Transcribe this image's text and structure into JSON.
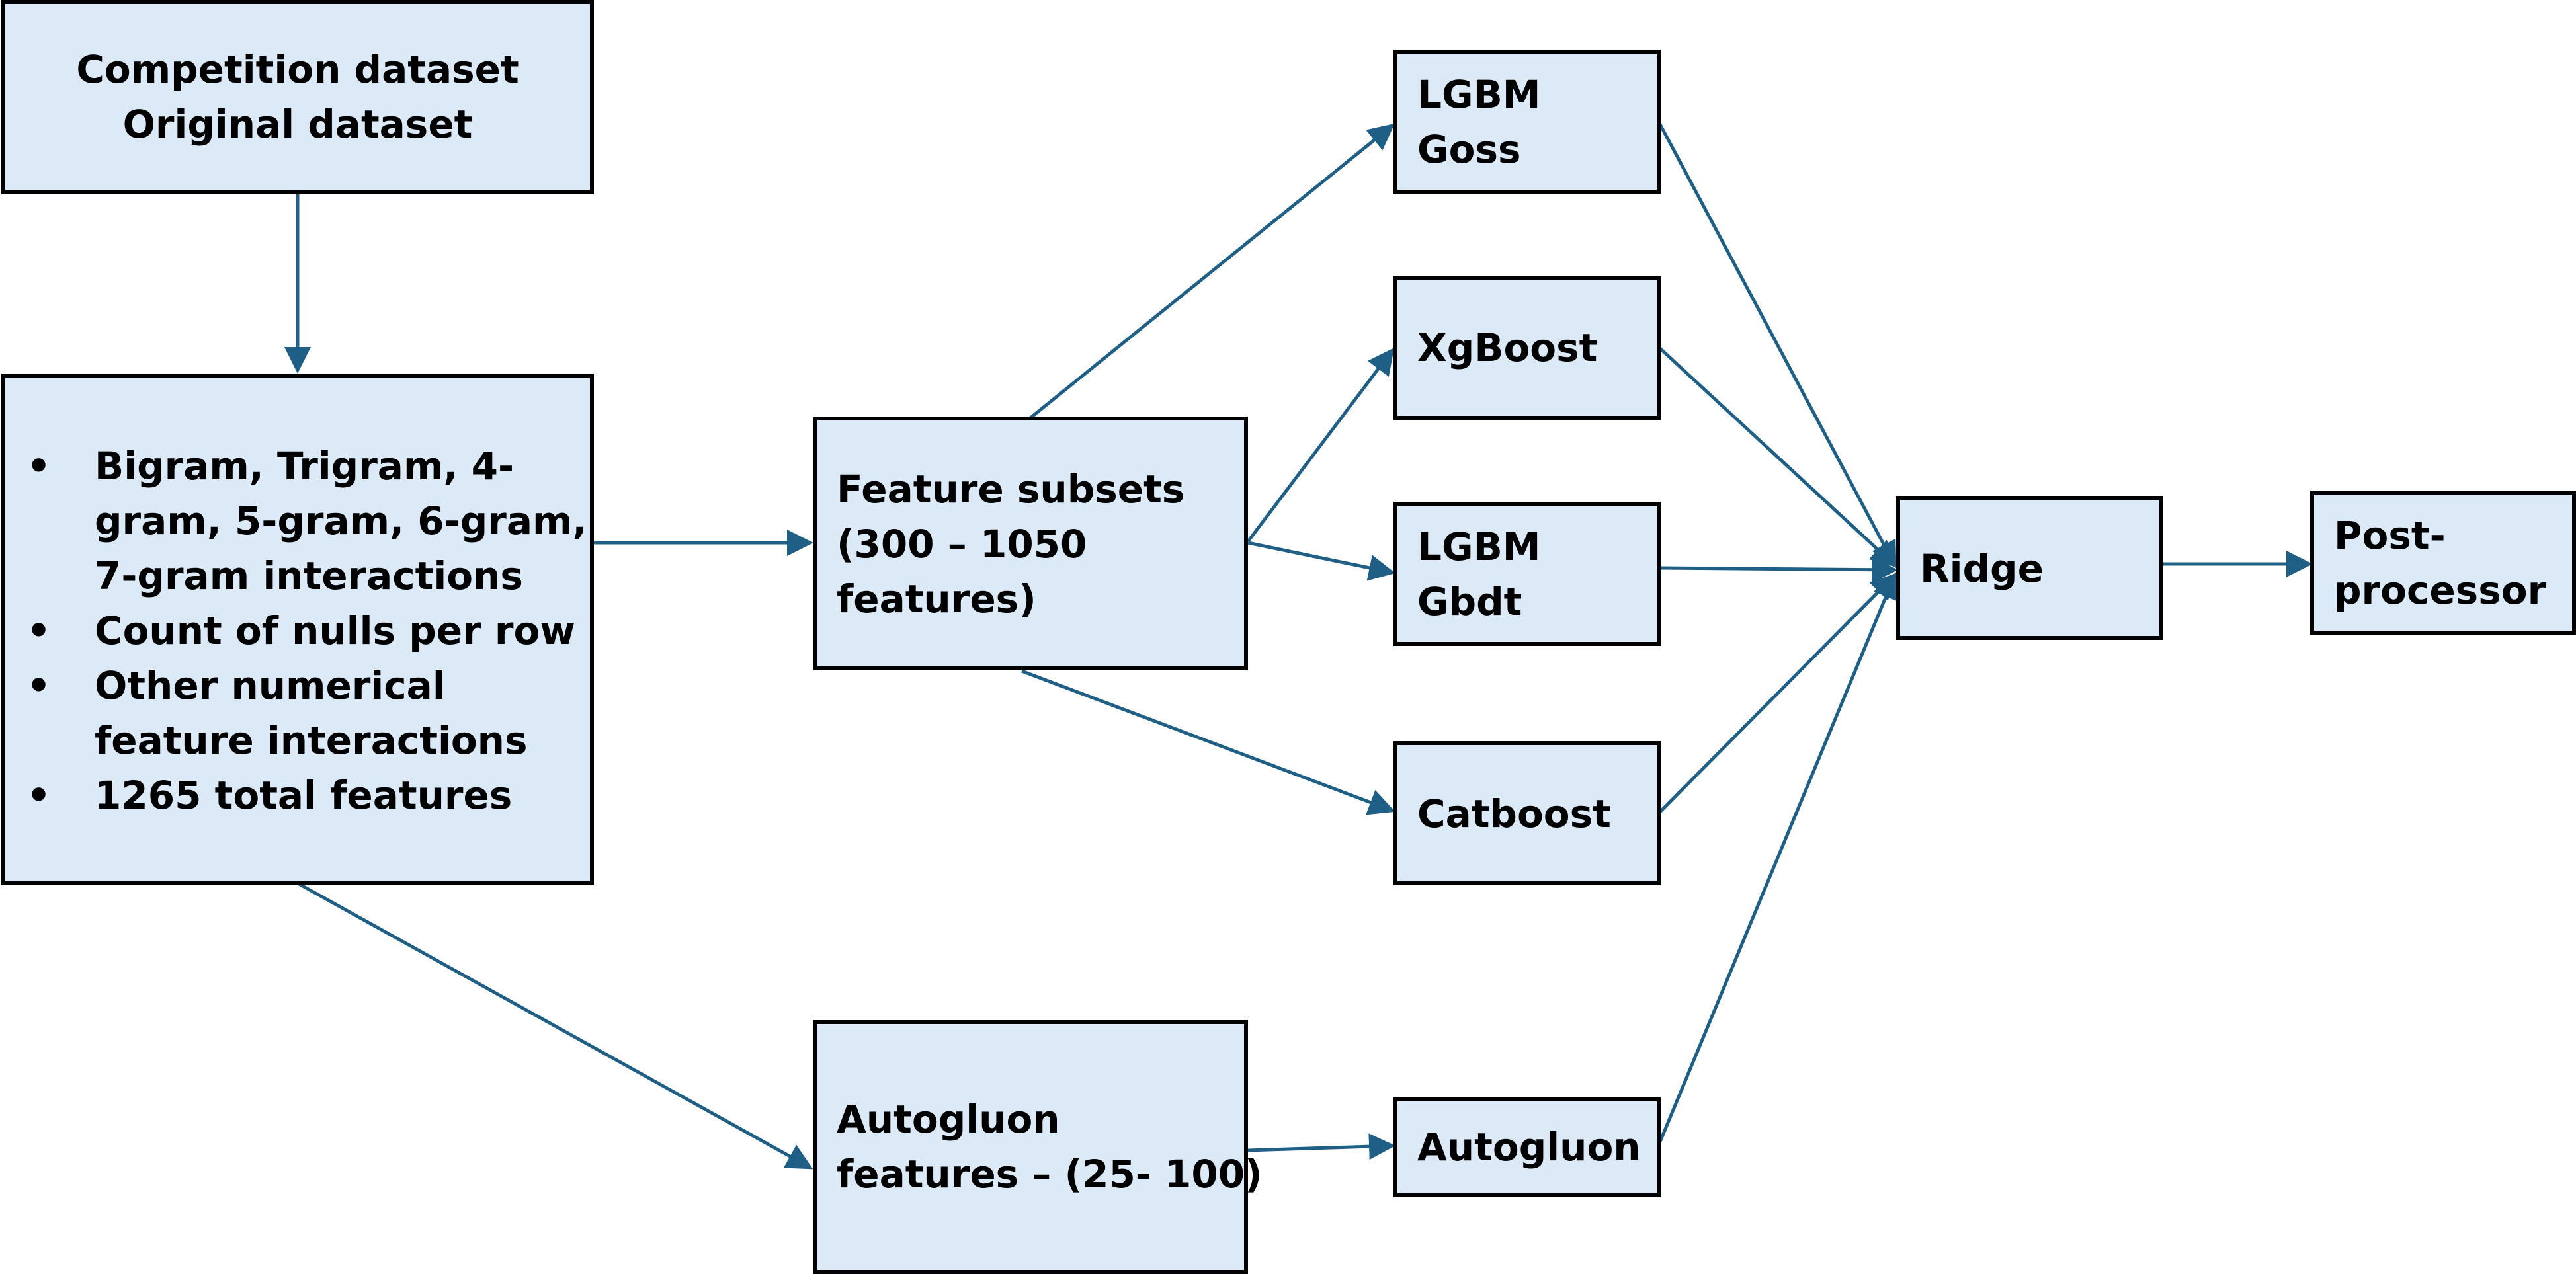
{
  "colors": {
    "box_fill": "#dce9f6",
    "box_border": "#000000",
    "arrow": "#1f5f86",
    "text": "#000000"
  },
  "nodes": {
    "datasets": {
      "lines": [
        "Competition dataset",
        "Original dataset"
      ]
    },
    "features": {
      "bullets": [
        [
          "Bigram, Trigram, 4-",
          "gram, 5-gram, 6-gram,",
          "7-gram interactions"
        ],
        [
          "Count of nulls per row"
        ],
        [
          "Other numerical",
          "feature interactions"
        ],
        [
          "1265 total features"
        ]
      ]
    },
    "feature_subsets": {
      "lines": [
        "Feature subsets",
        "(300 – 1050",
        "features)"
      ]
    },
    "autogluon_features": {
      "lines": [
        "Autogluon",
        "features – (25- 100)"
      ]
    },
    "lgbm_goss": {
      "lines": [
        "LGBM",
        "Goss"
      ]
    },
    "xgboost": {
      "lines": [
        "XgBoost"
      ]
    },
    "lgbm_gbdt": {
      "lines": [
        "LGBM",
        "Gbdt"
      ]
    },
    "catboost": {
      "lines": [
        "Catboost"
      ]
    },
    "autogluon": {
      "lines": [
        "Autogluon"
      ]
    },
    "ridge": {
      "lines": [
        "Ridge"
      ]
    },
    "postprocessor": {
      "lines": [
        "Post-",
        "processor"
      ]
    }
  },
  "edges": [
    {
      "from": "datasets",
      "to": "features"
    },
    {
      "from": "features",
      "to": "feature_subsets"
    },
    {
      "from": "features",
      "to": "autogluon_features"
    },
    {
      "from": "feature_subsets",
      "to": "lgbm_goss"
    },
    {
      "from": "feature_subsets",
      "to": "xgboost"
    },
    {
      "from": "feature_subsets",
      "to": "lgbm_gbdt"
    },
    {
      "from": "feature_subsets",
      "to": "catboost"
    },
    {
      "from": "autogluon_features",
      "to": "autogluon"
    },
    {
      "from": "lgbm_goss",
      "to": "ridge"
    },
    {
      "from": "xgboost",
      "to": "ridge"
    },
    {
      "from": "lgbm_gbdt",
      "to": "ridge"
    },
    {
      "from": "catboost",
      "to": "ridge"
    },
    {
      "from": "autogluon",
      "to": "ridge"
    },
    {
      "from": "ridge",
      "to": "postprocessor"
    }
  ]
}
